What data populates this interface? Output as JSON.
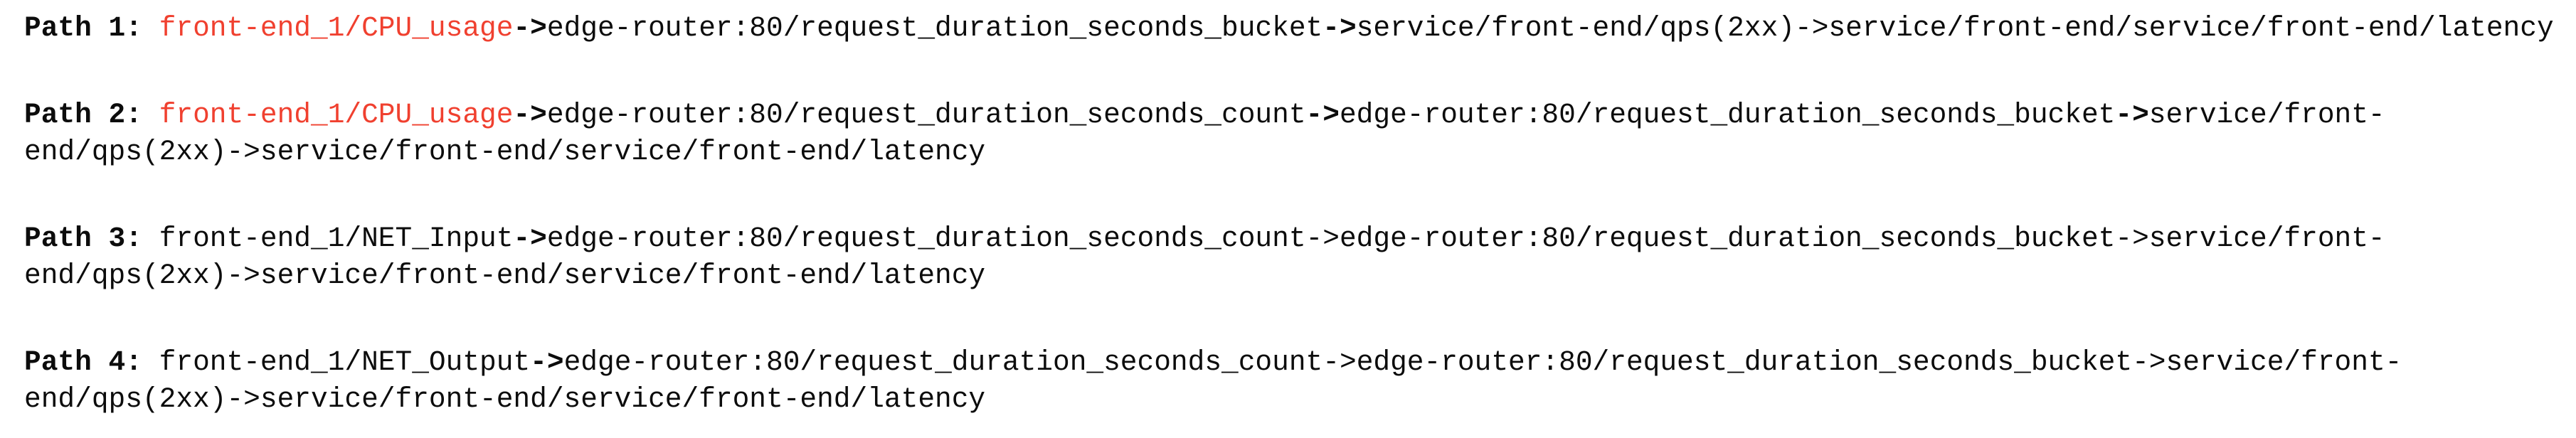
{
  "colors": {
    "background": "#ffffff",
    "text": "#0c0c0c",
    "highlight": "#f0402f"
  },
  "paths": [
    {
      "label": "Path 1:",
      "tokens": [
        {
          "text": "front-end_1/CPU_usage",
          "highlight": true
        },
        {
          "text": "->",
          "arrow": true,
          "bold": true
        },
        {
          "text": "edge-router:80/request_duration_seconds_bucket"
        },
        {
          "text": "->",
          "arrow": true,
          "bold": true
        },
        {
          "text": "service/front-end/qps(2xx)"
        },
        {
          "text": "->",
          "arrow": true
        },
        {
          "text": "service/front-end/service/front-end/latency"
        }
      ]
    },
    {
      "label": "Path 2:",
      "tokens": [
        {
          "text": "front-end_1/CPU_usage",
          "highlight": true
        },
        {
          "text": "->",
          "arrow": true,
          "bold": true
        },
        {
          "text": "edge-router:80/request_duration_seconds_count"
        },
        {
          "text": "->",
          "arrow": true,
          "bold": true
        },
        {
          "text": "edge-router:80/request_duration_seconds_bucket"
        },
        {
          "text": "->",
          "arrow": true,
          "bold": true
        },
        {
          "text": "service/front-end/qps(2xx)"
        },
        {
          "text": "->",
          "arrow": true
        },
        {
          "text": "service/front-end/service/front-end/latency"
        }
      ]
    },
    {
      "label": "Path 3:",
      "tokens": [
        {
          "text": "front-end_1/NET_Input"
        },
        {
          "text": "->",
          "arrow": true,
          "bold": true
        },
        {
          "text": "edge-router:80/request_duration_seconds_count"
        },
        {
          "text": "->",
          "arrow": true
        },
        {
          "text": "edge-router:80/request_duration_seconds_bucket"
        },
        {
          "text": "->",
          "arrow": true
        },
        {
          "text": "service/front-end/qps(2xx)"
        },
        {
          "text": "->",
          "arrow": true
        },
        {
          "text": "service/front-end/service/front-end/latency"
        }
      ]
    },
    {
      "label": "Path 4:",
      "tokens": [
        {
          "text": "front-end_1/NET_Output"
        },
        {
          "text": "->",
          "arrow": true,
          "bold": true
        },
        {
          "text": "edge-router:80/request_duration_seconds_count"
        },
        {
          "text": "->",
          "arrow": true
        },
        {
          "text": "edge-router:80/request_duration_seconds_bucket"
        },
        {
          "text": "->",
          "arrow": true
        },
        {
          "text": "service/front-end/qps(2xx)"
        },
        {
          "text": "->",
          "arrow": true
        },
        {
          "text": "service/front-end/service/front-end/latency"
        }
      ]
    }
  ]
}
